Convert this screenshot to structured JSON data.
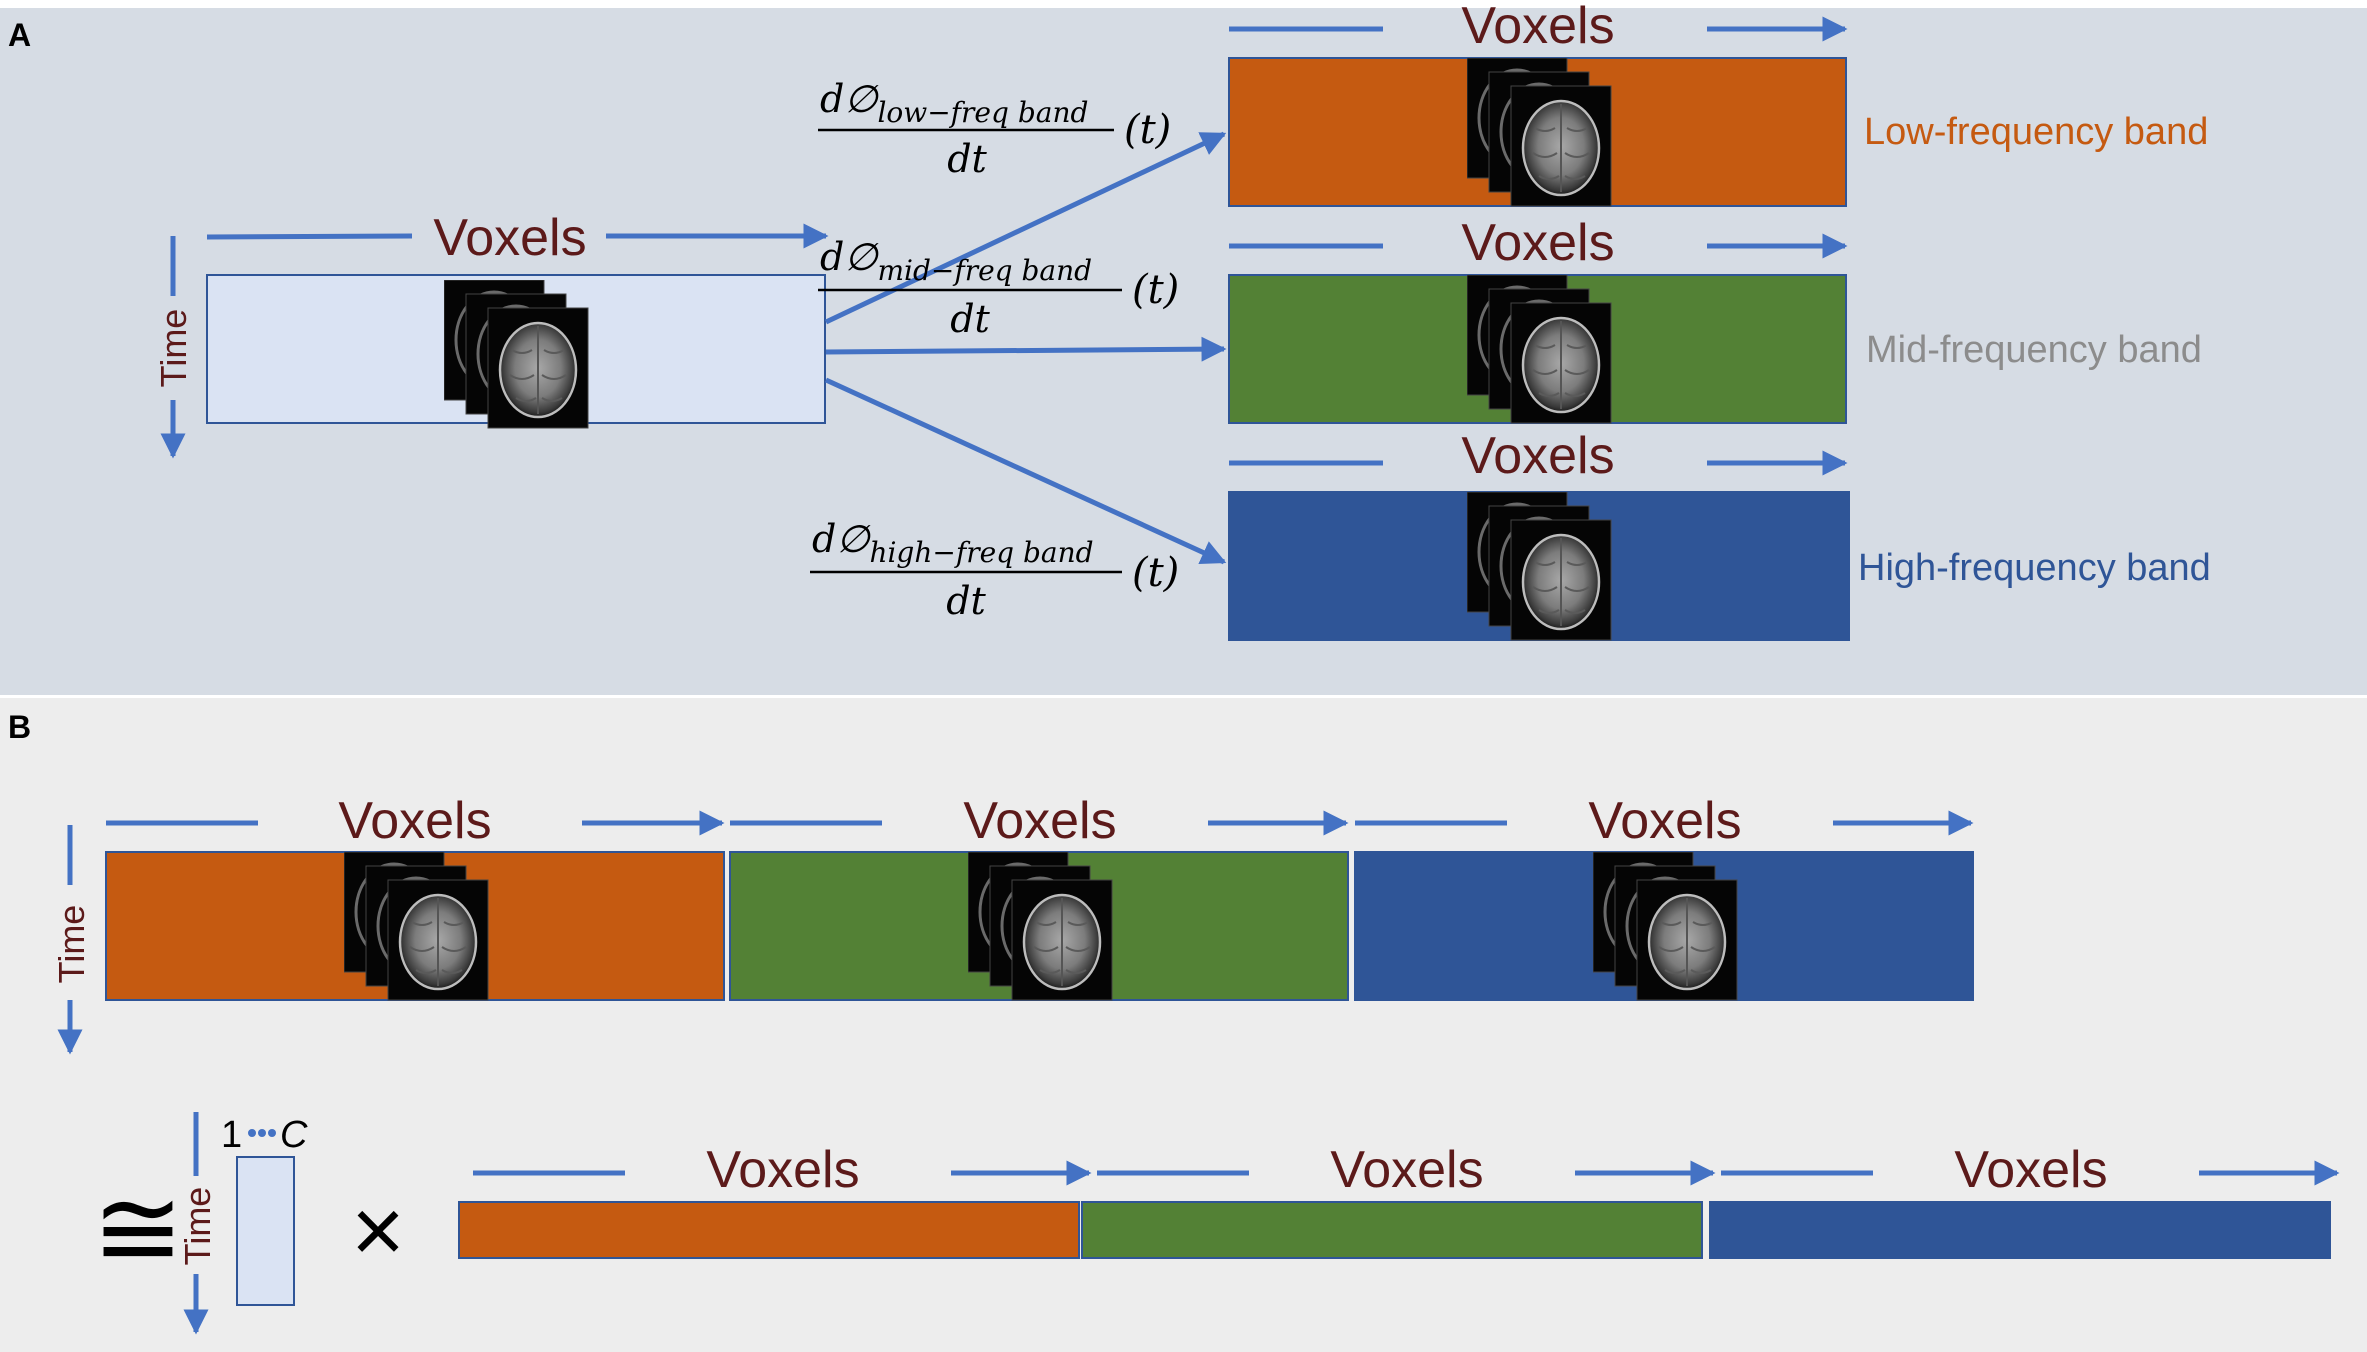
{
  "panel_a": {
    "label": "A",
    "input_axis_label": "Voxels",
    "time_label": "Time",
    "derivatives": [
      {
        "numerator_prefix": "d∅",
        "subscript": "low−freq band",
        "denominator": "dt",
        "arg": "(t)"
      },
      {
        "numerator_prefix": "d∅",
        "subscript": "mid−freq band",
        "denominator": "dt",
        "arg": "(t)"
      },
      {
        "numerator_prefix": "d∅",
        "subscript": "high−freq band",
        "denominator": "dt",
        "arg": "(t)"
      }
    ],
    "bands": [
      {
        "axis_label": "Voxels",
        "name": "Low-frequency band",
        "color": "#c55a11",
        "label_color": "#c55a11"
      },
      {
        "axis_label": "Voxels",
        "name": "Mid-frequency band",
        "color": "#538135",
        "label_color": "#8c8c8c"
      },
      {
        "axis_label": "Voxels",
        "name": "High-frequency band",
        "color": "#2f5597",
        "label_color": "#2f5597"
      }
    ]
  },
  "panel_b": {
    "label": "B",
    "time_label": "Time",
    "top_axis_labels": [
      "Voxels",
      "Voxels",
      "Voxels"
    ],
    "approx_symbol": "≅",
    "multiply_symbol": "×",
    "component_start": "1",
    "component_end": "C",
    "small_time_label": "Time",
    "bottom_axis_labels": [
      "Voxels",
      "Voxels",
      "Voxels"
    ]
  },
  "colors": {
    "panel_a_bg": "#d6dce4",
    "panel_b_bg": "#ededed",
    "arrow": "#4472c4",
    "text_dark": "#5c1a1a",
    "input_fill": "#dae3f3",
    "input_stroke": "#2f5597"
  }
}
